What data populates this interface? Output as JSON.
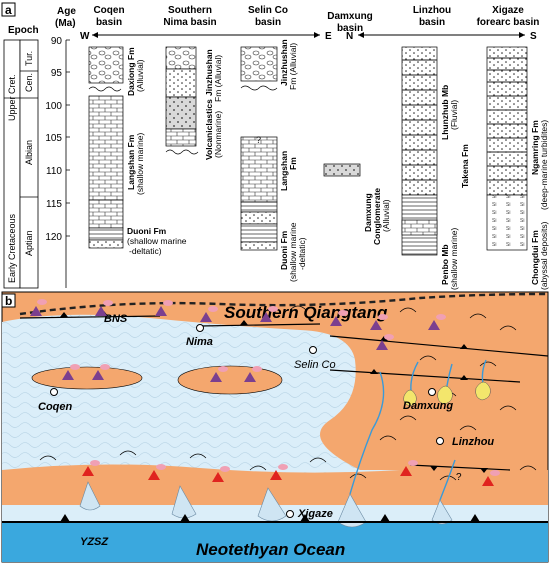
{
  "panel_a": {
    "label": "a",
    "epoch_header": "Epoch",
    "age_header_1": "Age",
    "age_header_2": "(Ma)",
    "epochs": {
      "upper": "Upper Cret.",
      "early": "Early Cretaceous"
    },
    "stages": {
      "tur": "Tur.",
      "cen": "Cen.",
      "albian": "Albian",
      "aptian": "Aptian"
    },
    "ages": [
      "90",
      "95",
      "100",
      "105",
      "110",
      "115",
      "120"
    ],
    "direction_w": "W",
    "direction_e": "E",
    "direction_n": "N",
    "direction_s": "S",
    "basins": {
      "coqen_1": "Coqen",
      "coqen_2": "basin",
      "snima_1": "Southern",
      "snima_2": "Nima basin",
      "selin_1": "Selin Co",
      "selin_2": "basin",
      "damx_1": "Damxung",
      "damx_2": "basin",
      "linz_1": "Linzhou",
      "linz_2": "basin",
      "xig_1": "Xigaze",
      "xig_2": "forearc basin"
    },
    "formations": {
      "coqen_daxiong": "Daxiong Fm",
      "coqen_daxiong_env": "(Alluvial)",
      "coqen_langshan": "Langshan Fm",
      "coqen_langshan_env": "(shallow marine)",
      "coqen_duoni": "Duoni Fm",
      "coqen_duoni_env1": "(shallow marine",
      "coqen_duoni_env2": "-deltatic)",
      "nima_volc": "Volcaniclastics",
      "nima_volc_env": "(Nonmarine)",
      "nima_jinzhushan_1": "Jinzhushan",
      "nima_jinzhushan_2": "Fm (Alluvial)",
      "selin_jinzhushan_1": "Jinzhushan",
      "selin_jinzhushan_2": "Fm (Alluvial)",
      "selin_question": "?",
      "selin_langshan_1": "Langshan",
      "selin_langshan_2": "Fm",
      "selin_duoni_1": "Duoni Fm",
      "selin_duoni_2": "(shallow marine",
      "selin_duoni_3": "-deltatic)",
      "damx_1": "Damxung",
      "damx_2": "Conglomerate",
      "damx_3": "(Alluvial)",
      "linz_lunzhub_1": "Lhunzhub Mb",
      "linz_lunzhub_2": "(Fluvial)",
      "linz_takena": "Takena Fm",
      "linz_penbo_1": "Penbo Mb",
      "linz_penbo_2": "(shallow marine)",
      "xig_ngamring_1": "Ngamring Fm",
      "xig_ngamring_2": "(deep-marine turbidites)",
      "xig_chongdui_1": "Chongdui Fm",
      "xig_chongdui_2": "(abyssal deposits)"
    }
  },
  "panel_b": {
    "label": "b",
    "south_qiangtang": "Southern Qiangtang",
    "bns": "BNS",
    "nima": "Nima",
    "selin_co": "Selin Co",
    "coqen": "Coqen",
    "damxung": "Damxung",
    "linzhou": "Linzhou",
    "question": "?",
    "xigaze": "Xigaze",
    "yzsz": "YZSZ",
    "ocean": "Neotethyan Ocean"
  },
  "colors": {
    "land": "#f4a76e",
    "sea": "#dbeef9",
    "ocean": "#3aa8de",
    "volcano_purple": "#7b3f8f",
    "volcano_red": "#e0241f",
    "plume": "#f0a0b4",
    "river": "#3a9ad8",
    "fan": "#f3e66c"
  }
}
